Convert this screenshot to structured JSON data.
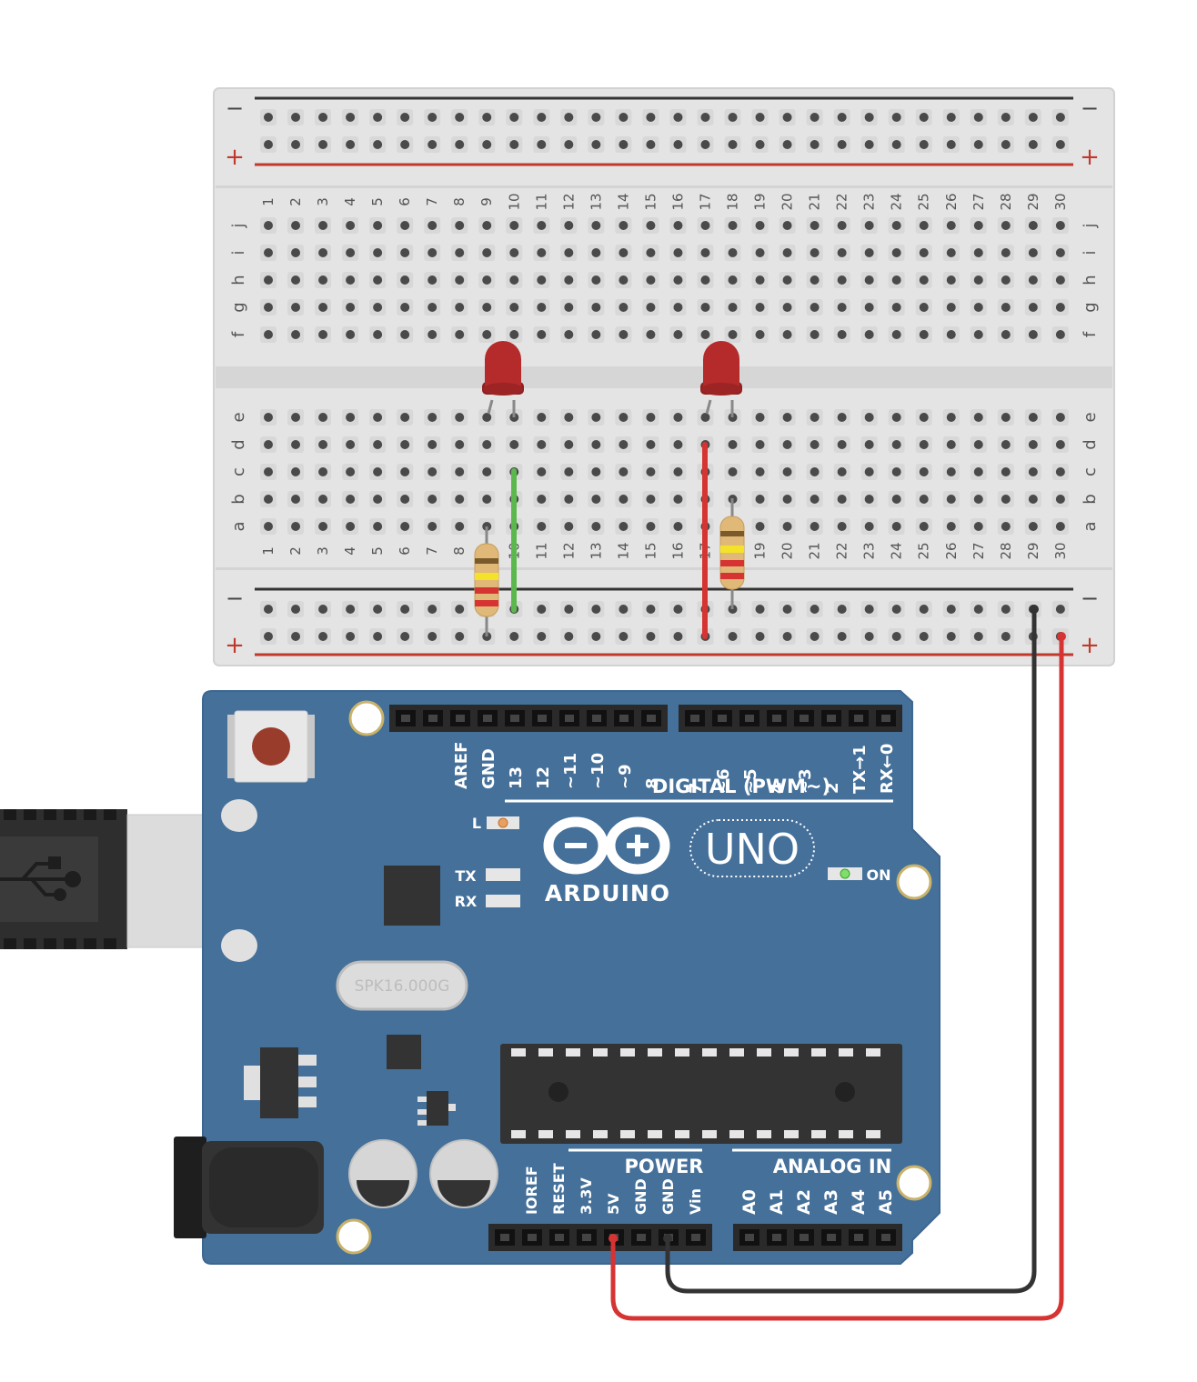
{
  "breadboard": {
    "rail_minus": "−",
    "rail_plus": "+",
    "column_numbers": [
      "1",
      "2",
      "3",
      "4",
      "5",
      "6",
      "7",
      "8",
      "9",
      "10",
      "11",
      "12",
      "13",
      "14",
      "15",
      "16",
      "17",
      "18",
      "19",
      "20",
      "21",
      "22",
      "23",
      "24",
      "25",
      "26",
      "27",
      "28",
      "29",
      "30"
    ],
    "top_row_letters": [
      "f",
      "g",
      "h",
      "i",
      "j"
    ],
    "bottom_row_letters": [
      "a",
      "b",
      "c",
      "d",
      "e"
    ]
  },
  "arduino": {
    "brand": "ARDUINO",
    "model": "UNO",
    "digital_title": "DIGITAL (PWM~)",
    "digital_pins_left": [
      "AREF",
      "GND",
      "13",
      "12",
      "~11",
      "~10",
      "~9",
      "8"
    ],
    "digital_pins_right": [
      "7",
      "~6",
      "~5",
      "4",
      "~3",
      "2",
      "TX→1",
      "RX←0"
    ],
    "led_l": "L",
    "led_tx": "TX",
    "led_rx": "RX",
    "led_on": "ON",
    "crystal": "SPK16.000G",
    "power_title": "POWER",
    "power_pins": [
      "IOREF",
      "RESET",
      "3.3V",
      "5V",
      "GND",
      "GND",
      "Vin"
    ],
    "analog_title": "ANALOG IN",
    "analog_pins": [
      "A0",
      "A1",
      "A2",
      "A3",
      "A4",
      "A5"
    ]
  },
  "colors": {
    "board_blue": "#44709a",
    "breadboard": "#e6e6e6",
    "wire_red": "#d63333",
    "wire_black": "#333333",
    "wire_green": "#5cb84e",
    "led_red": "#b52a2a"
  },
  "icons": [
    "usb-icon"
  ]
}
